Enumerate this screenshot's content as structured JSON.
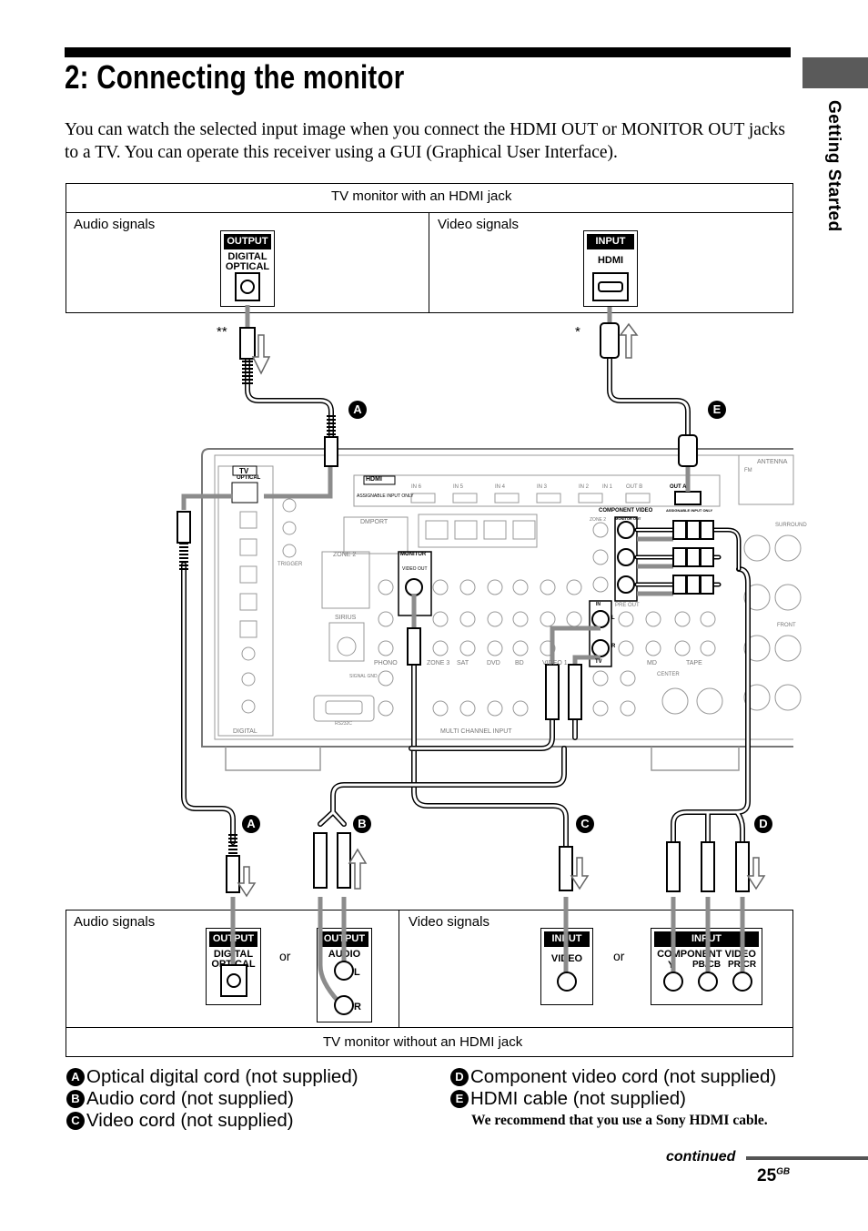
{
  "page": {
    "title": "2: Connecting the monitor",
    "side_tab": "Getting Started",
    "intro": "You can watch the selected input image when you connect the HDMI OUT or MONITOR OUT jacks to a TV. You can operate this receiver using a GUI (Graphical User Interface).",
    "continued": "continued",
    "page_number": "25",
    "page_suffix": "GB"
  },
  "top_box": {
    "title": "TV monitor with an HDMI jack",
    "audio_label": "Audio signals",
    "video_label": "Video signals",
    "audio_jack": {
      "title": "OUTPUT",
      "sub1": "DIGITAL",
      "sub2": "OPTICAL"
    },
    "video_jack": {
      "title": "INPUT",
      "sub1": "HDMI"
    },
    "mark_audio": "**",
    "mark_video": "*"
  },
  "bottom_box": {
    "title": "TV monitor without an HDMI jack",
    "audio_label": "Audio signals",
    "video_label": "Video signals",
    "or1": "or",
    "or2": "or",
    "optical_jack": {
      "title": "OUTPUT",
      "sub1": "DIGITAL",
      "sub2": "OPTICAL"
    },
    "audio_jack": {
      "title": "OUTPUT",
      "sub1": "AUDIO",
      "l": "L",
      "r": "R"
    },
    "video_jack": {
      "title": "INPUT",
      "sub1": "VIDEO"
    },
    "component_jack": {
      "title": "INPUT",
      "sub1": "COMPONENT VIDEO",
      "y": "Y",
      "pb": "PB/CB",
      "pr": "PR/CR"
    }
  },
  "receiver": {
    "labels": [
      "TV",
      "OPTICAL",
      "HDMI",
      "ASSIGNABLE INPUT ONLY",
      "IN 6",
      "IN 5",
      "IN 4",
      "IN 3",
      "IN 2",
      "IN 1",
      "OUT B",
      "OUT A",
      "DMPORT",
      "ZONE 2",
      "MONITOR",
      "VIDEO OUT",
      "TRIGGER",
      "SIRIUS",
      "COMPONENT VIDEO",
      "ZONE 2",
      "MONITOR OUT",
      "ASSIGNABLE INPUT ONLY",
      "PHONO",
      "ZONE 3",
      "SAT",
      "DVD",
      "BD",
      "VIDEO 1",
      "MULTI CHANNEL INPUT",
      "PRE OUT",
      "MD",
      "TAPE",
      "CENTER",
      "DIGITAL",
      "ANTENNA",
      "FM",
      "SURROUND",
      "FRONT",
      "RS232C",
      "SIGNAL GND",
      "IN",
      "L",
      "R",
      "TV"
    ]
  },
  "callouts": {
    "a": "A",
    "b": "B",
    "c": "C",
    "d": "D",
    "e": "E"
  },
  "legend": {
    "a": "Optical digital cord (not supplied)",
    "b": "Audio cord (not supplied)",
    "c": "Video cord (not supplied)",
    "d": "Component video cord (not supplied)",
    "e": "HDMI cable (not supplied)",
    "recommend": "We recommend that you use a Sony HDMI cable."
  }
}
